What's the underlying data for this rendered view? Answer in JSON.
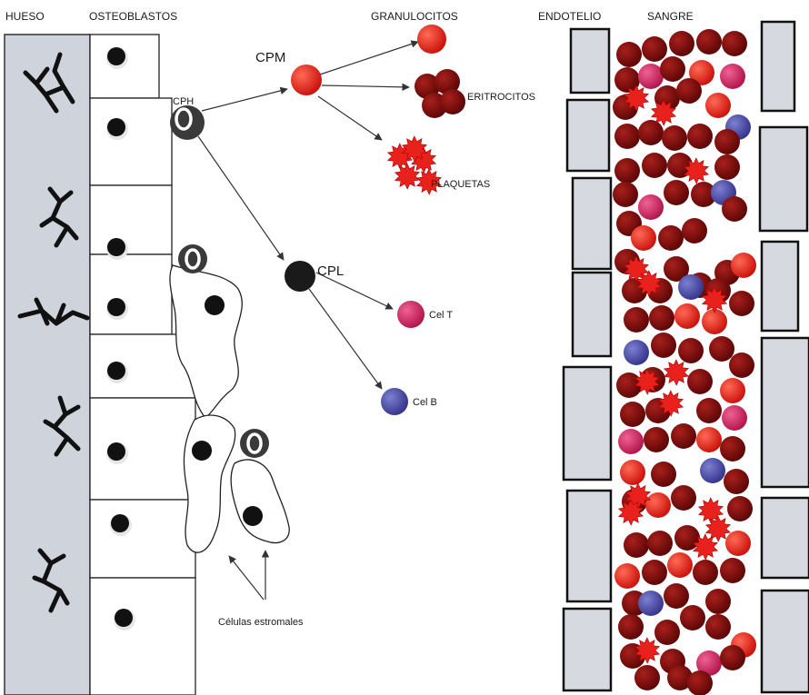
{
  "headers": {
    "bone": "HUESO",
    "osteoblasts": "OSTEOBLASTOS",
    "granulocytes": "GRANULOCITOS",
    "endothelium": "ENDOTELIO",
    "blood": "SANGRE"
  },
  "cells": {
    "cph": "CPH",
    "cpm": "CPM",
    "cpl": "CPL",
    "erythrocytes": "ERITROCITOS",
    "platelets": "PLAQUETAS",
    "t_cell": "Cel T",
    "b_cell": "Cel B",
    "stromal": "Células estromales"
  },
  "colors": {
    "bone": "#cfd3dc",
    "endothelium": "#d6d9e0",
    "red_cell": "#e8211c",
    "dark_red_cell": "#7a0a0a",
    "pink_cell": "#d81b60",
    "blue_cell": "#4a4aa8",
    "platelet": "#e8211c"
  }
}
